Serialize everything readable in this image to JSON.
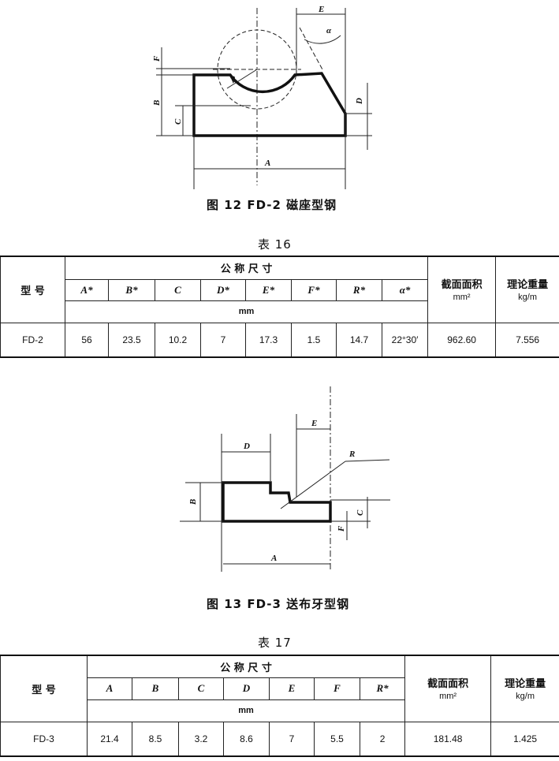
{
  "fig12": {
    "caption": "图 12  FD-2  磁座型钢",
    "labels": {
      "E": "E",
      "alpha": "α",
      "F": "F",
      "R": "R",
      "B": "B",
      "C": "C",
      "D": "D",
      "A": "A"
    }
  },
  "table16": {
    "title": "表 16",
    "header_group": "公 称 尺 寸",
    "model_header": "型  号",
    "area_header": "截面面积",
    "area_unit": "mm²",
    "weight_header": "理论重量",
    "weight_unit": "kg/m",
    "unit": "mm",
    "columns": [
      "A*",
      "B*",
      "C",
      "D*",
      "E*",
      "F*",
      "R*",
      "α*"
    ],
    "row": {
      "model": "FD-2",
      "values": [
        "56",
        "23.5",
        "10.2",
        "7",
        "17.3",
        "1.5",
        "14.7",
        "22°30′"
      ],
      "area": "962.60",
      "weight": "7.556"
    }
  },
  "fig13": {
    "caption": "图 13  FD-3 送布牙型钢",
    "labels": {
      "D": "D",
      "E": "E",
      "R": "R",
      "B": "B",
      "C": "C",
      "F": "F",
      "A": "A"
    }
  },
  "table17": {
    "title": "表 17",
    "header_group": "公 称 尺 寸",
    "model_header": "型  号",
    "area_header": "截面面积",
    "area_unit": "mm²",
    "weight_header": "理论重量",
    "weight_unit": "kg/m",
    "unit": "mm",
    "columns": [
      "A",
      "B",
      "C",
      "D",
      "E",
      "F",
      "R*"
    ],
    "row": {
      "model": "FD-3",
      "values": [
        "21.4",
        "8.5",
        "3.2",
        "8.6",
        "7",
        "5.5",
        "2"
      ],
      "area": "181.48",
      "weight": "1.425"
    }
  }
}
